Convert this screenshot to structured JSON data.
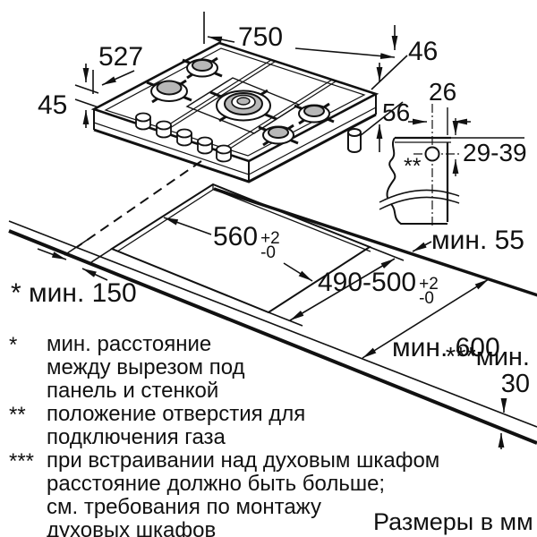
{
  "dims": {
    "hob_width": "750",
    "hob_depth": "527",
    "hob_height": "45",
    "gas_offset_right": "46",
    "gas_drop": "56",
    "gas_hole_offset": "26",
    "gas_hole_depth": "29-39",
    "cutout_width": "560",
    "cutout_width_plus": "+2",
    "cutout_width_minus": "-0",
    "cutout_depth": "490-500",
    "cutout_depth_plus": "+2",
    "cutout_depth_minus": "-0",
    "min_back_clearance": "мин. 55",
    "min_side_clearance": "* мин. 150",
    "min_worktop_depth": "мин. 600",
    "min_below_line1": "***мин.",
    "min_below_line2": "30"
  },
  "detail": {
    "marker": "**"
  },
  "footnotes": [
    {
      "marker": "*",
      "lines": [
        "мин. расстояние",
        "между вырезом под",
        "панель и стенкой"
      ]
    },
    {
      "marker": "**",
      "lines": [
        "положение отверстия для",
        "подключения газа"
      ]
    },
    {
      "marker": "***",
      "lines": [
        "при встраивании над духовым шкафом",
        "расстояние должно быть больше;",
        "см. требования по монтажу",
        "духовых шкафов"
      ]
    }
  ],
  "units_note": "Размеры в мм"
}
